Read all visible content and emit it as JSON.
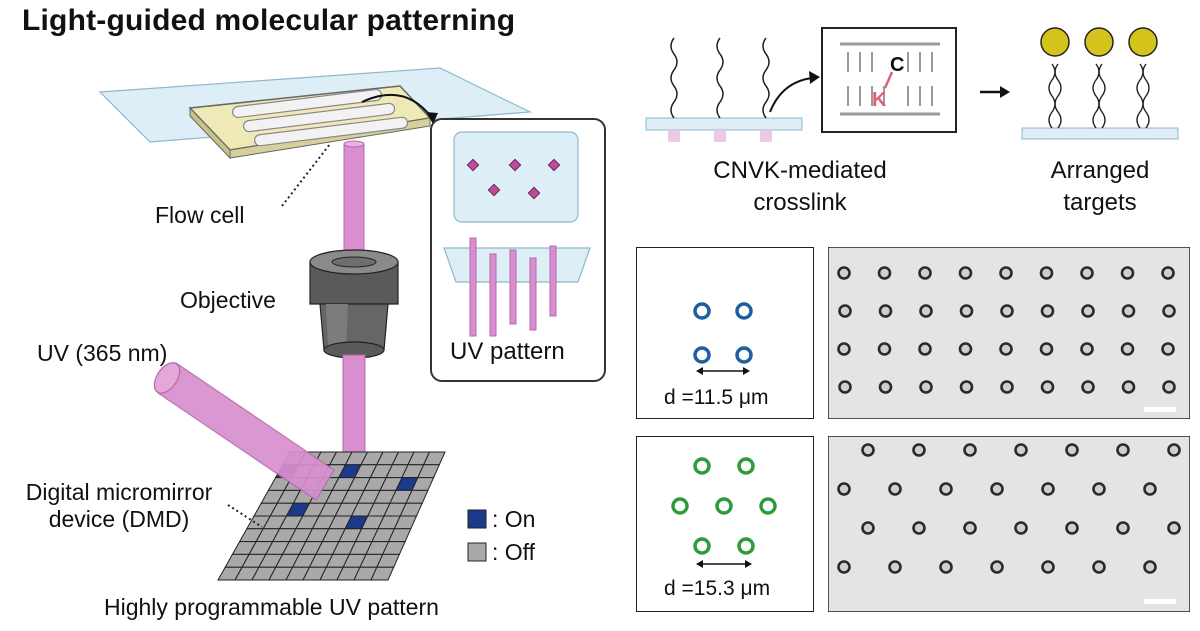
{
  "title": "Light-guided molecular patterning",
  "setup": {
    "flow_cell": "Flow cell",
    "objective": "Objective",
    "uv_source": "UV (365 nm)",
    "dmd_line1": "Digital micromirror",
    "dmd_line2": "device (DMD)",
    "legend_on": ": On",
    "legend_off": ": Off",
    "caption": "Highly programmable UV pattern",
    "inset_label": "UV pattern"
  },
  "process": {
    "crosslink_line1": "CNVK-mediated",
    "crosslink_line2": "crosslink",
    "letter_c": "C",
    "letter_k": "K",
    "targets_line1": "Arranged",
    "targets_line2": "targets"
  },
  "patterns": [
    {
      "spacing": "d =11.5 μm",
      "color": "#1f5f9e"
    },
    {
      "spacing": "d =15.3 μm",
      "color": "#2e9c3a"
    }
  ],
  "colors": {
    "beam": "#d98fcf",
    "dmd_on": "#1b3a8c",
    "dmd_off": "#a9a9a9",
    "flow_cell": "#efe9b8",
    "glass": "#d7ecf5",
    "bead": "#d4c41c"
  }
}
